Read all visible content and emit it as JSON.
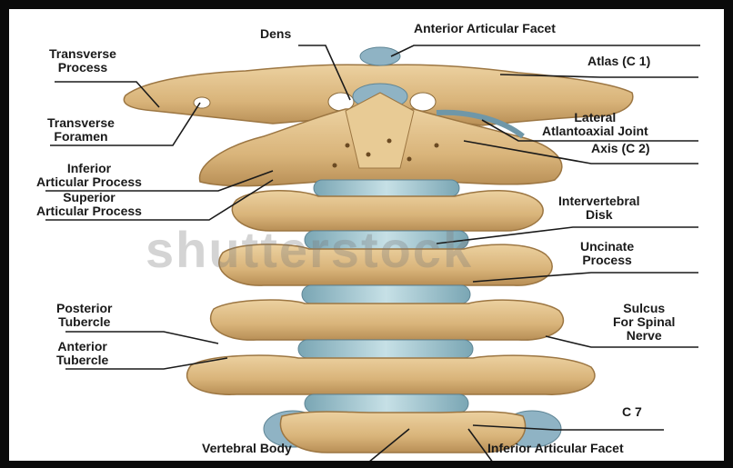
{
  "labels": {
    "dens": "Dens",
    "anterior_articular_facet": "Anterior Articular Facet",
    "transverse_process": [
      "Transverse",
      "Process"
    ],
    "atlas": "Atlas (C 1)",
    "transverse_foramen": [
      "Transverse",
      "Foramen"
    ],
    "lateral_atlantoaxial_joint": [
      "Lateral",
      "Atlantoaxial Joint"
    ],
    "axis": "Axis (C 2)",
    "inferior_articular_process": [
      "Inferior",
      "Articular Process"
    ],
    "superior_articular_process": [
      "Superior",
      "Articular Process"
    ],
    "intervertebral_disk": [
      "Intervertebral",
      "Disk"
    ],
    "uncinate_process": [
      "Uncinate",
      "Process"
    ],
    "posterior_tubercle": [
      "Posterior",
      "Tubercle"
    ],
    "anterior_tubercle": [
      "Anterior",
      "Tubercle"
    ],
    "sulcus_for_spinal_nerve": [
      "Sulcus",
      "For Spinal",
      "Nerve"
    ],
    "c7": "C 7",
    "vertebral_body": "Vertebral Body",
    "inferior_articular_facet": "Inferior Articular Facet"
  },
  "watermark": "shutterstock",
  "colors": {
    "bone": "#e2c08a",
    "bone_shadow": "#b08a52",
    "disk": "#9dc4cf",
    "facet": "#8fb3c4",
    "leader": "#1a1a1a",
    "frame": "#0a0a0a"
  }
}
